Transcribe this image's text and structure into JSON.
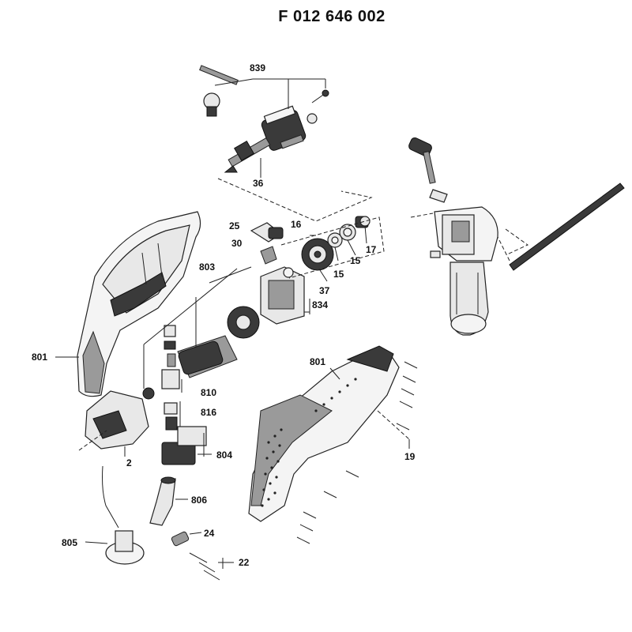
{
  "title": "F 012 646 002",
  "labels": {
    "l839": "839",
    "l36": "36",
    "l25": "25",
    "l16": "16",
    "l30": "30",
    "l803": "803",
    "l37": "37",
    "l15a": "15",
    "l15b": "15",
    "l17": "17",
    "l834": "834",
    "l801a": "801",
    "l801b": "801",
    "l810": "810",
    "l816": "816",
    "l2": "2",
    "l804": "804",
    "l806": "806",
    "l24": "24",
    "l805": "805",
    "l22": "22",
    "l19": "19"
  }
}
